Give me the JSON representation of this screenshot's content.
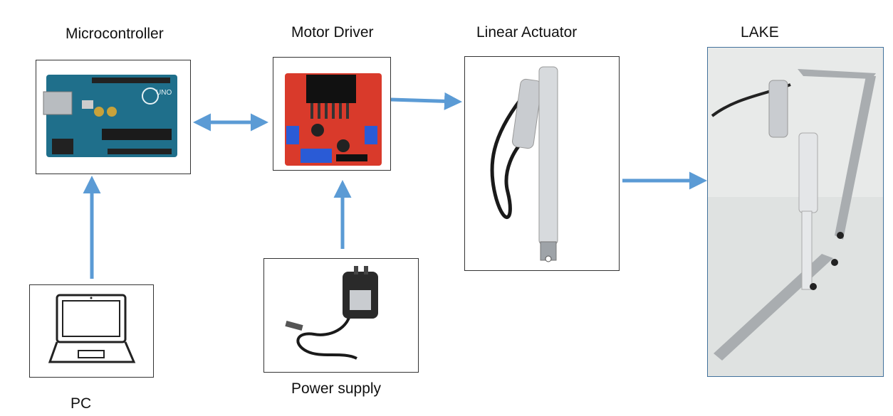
{
  "labels": {
    "microcontroller": "Microcontroller",
    "motor_driver": "Motor Driver",
    "linear_actuator": "Linear Actuator",
    "lake": "LAKE",
    "pc": "PC",
    "power_supply": "Power supply"
  },
  "colors": {
    "arrow": "#5b9bd5",
    "arduino_board": "#1f6f8b",
    "driver_board": "#d93a2b",
    "actuator_metal": "#c9ccd0",
    "cable": "#1a1a1a"
  },
  "icons": {
    "microcontroller": "arduino-uno-board",
    "motor_driver": "l298n-driver-board",
    "linear_actuator": "linear-actuator",
    "lake": "actuator-mounted-photo",
    "pc": "laptop-icon",
    "power_supply": "power-adapter"
  }
}
